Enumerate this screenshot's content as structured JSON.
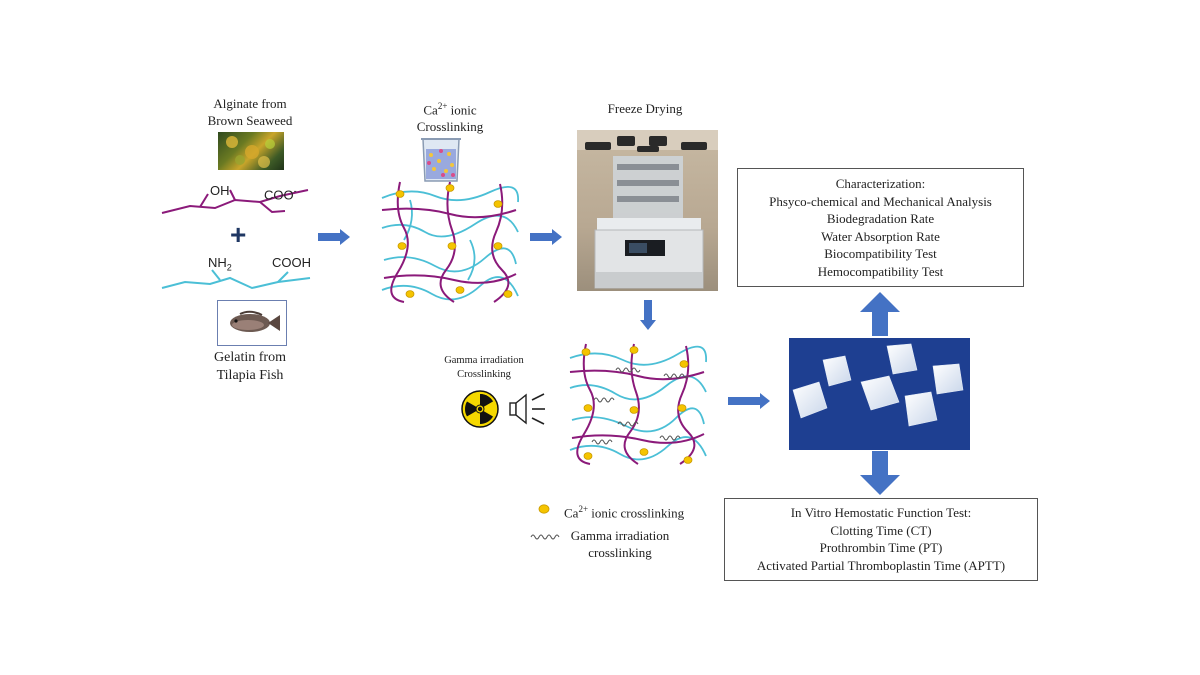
{
  "alginate": {
    "line1": "Alginate from",
    "line2": "Brown Seaweed",
    "oh": "OH",
    "coo": "COO",
    "coo_sup": "-"
  },
  "plus": "+",
  "gelatin": {
    "nh": "NH",
    "nh_sub": "2",
    "cooh": "COOH",
    "line1": "Gelatin from",
    "line2": "Tilapia Fish"
  },
  "ca_crosslink": {
    "pre": "Ca",
    "sup": "2+",
    "post": " ionic",
    "line2": "Crosslinking"
  },
  "freeze": {
    "title": "Freeze Drying"
  },
  "gamma": {
    "line1": "Gamma irradiation",
    "line2": "Crosslinking"
  },
  "legend": {
    "ca_pre": "Ca",
    "ca_sup": "2+",
    "ca_post": " ionic crosslinking",
    "gamma_line1": "Gamma irradiation",
    "gamma_line2": "crosslinking"
  },
  "characterization": {
    "lines": [
      "Characterization:",
      "Phsyco-chemical  and Mechanical  Analysis",
      "Biodegradation  Rate",
      "Water Absorption  Rate",
      "Biocompatibility  Test",
      "Hemocompatibility  Test"
    ]
  },
  "hemostatic": {
    "lines": [
      "In Vitro  Hemostatic  Function  Test:",
      "Clotting  Time  (CT)",
      "Prothrombin  Time  (PT)",
      "Activated  Partial  Thromboplastin  Time  (APTT)"
    ]
  },
  "colors": {
    "alginate": "#8b1a7a",
    "gelatin": "#4bbfd6",
    "arrow": "#4472c4",
    "node": "#f5c400",
    "sponge_bg": "#1e3f91"
  }
}
